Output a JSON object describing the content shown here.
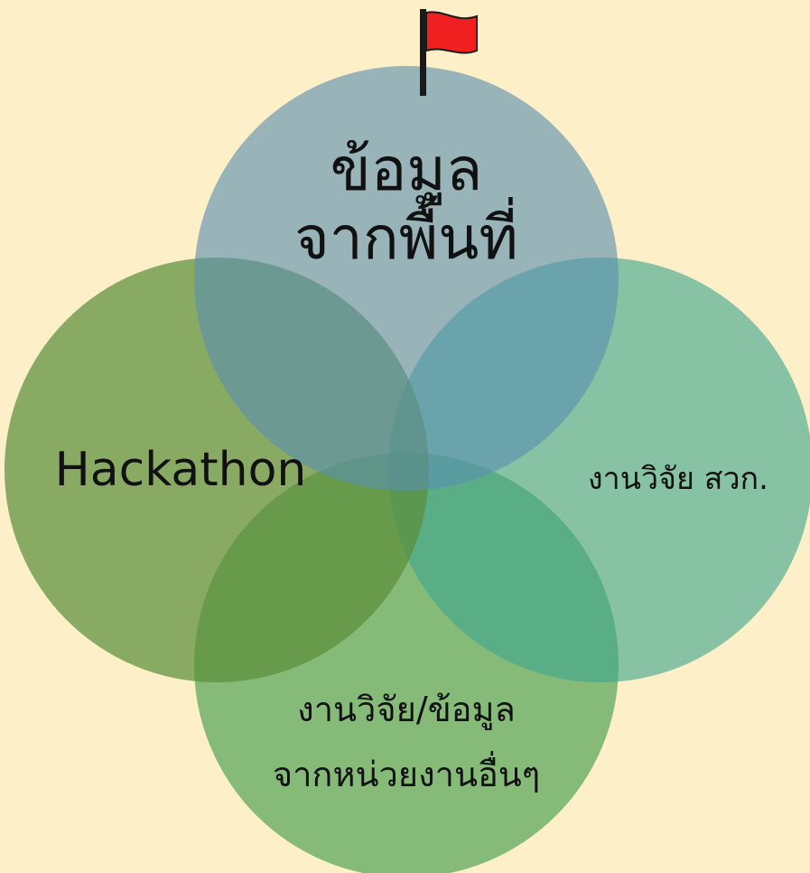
{
  "diagram": {
    "type": "venn-4-circles",
    "background_color": "#fdf0c9",
    "top_icon": "flag-icon",
    "flag_color": "#f02020",
    "circles": [
      {
        "id": "top",
        "lines": [
          "ข้อมูล",
          "จากพื้นที่"
        ],
        "color": "#5b8fb0"
      },
      {
        "id": "left",
        "lines": [
          "Hackathon"
        ],
        "color": "#5c8f3a"
      },
      {
        "id": "right",
        "lines": [
          "งานวิจัย สวก."
        ],
        "color": "#3fa690"
      },
      {
        "id": "bottom",
        "lines": [
          "งานวิจัย/ข้อมูล",
          "จากหน่วยงานอื่นๆ"
        ],
        "color": "#3d9a47"
      }
    ]
  }
}
